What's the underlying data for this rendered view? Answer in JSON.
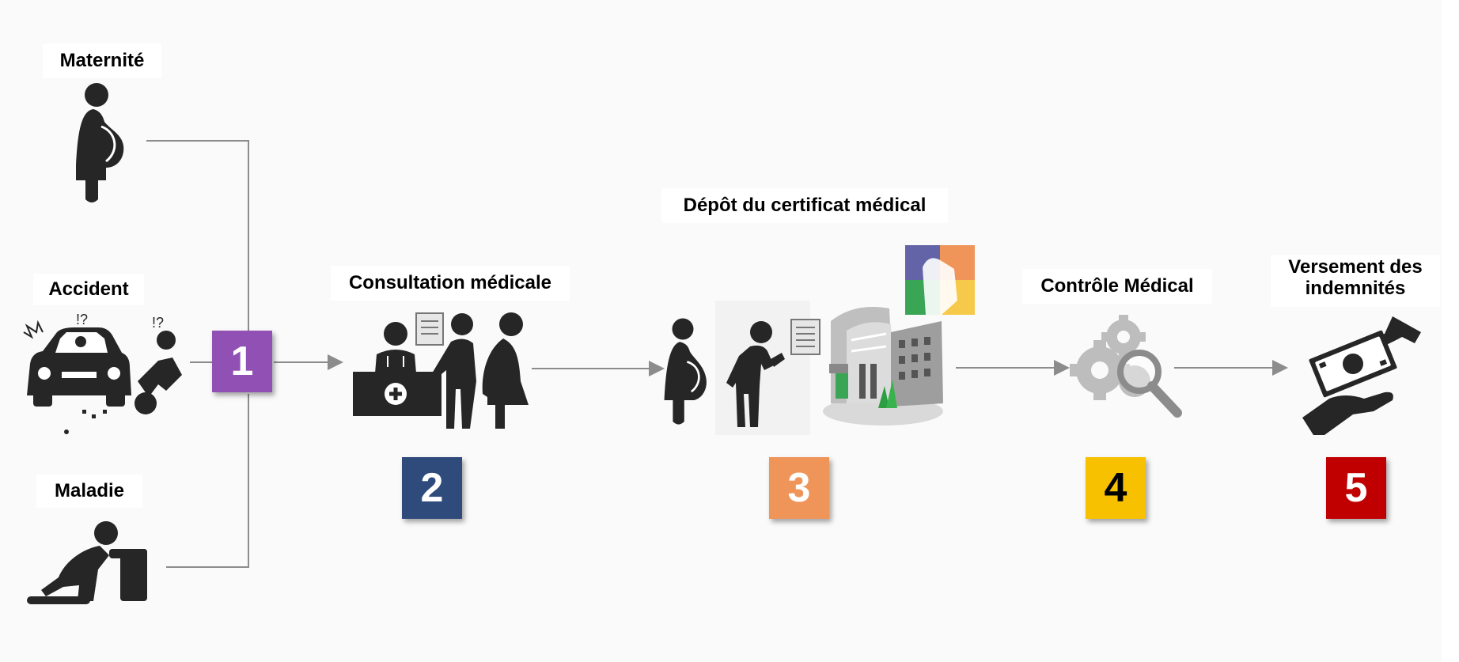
{
  "labels": {
    "maternite": "Maternité",
    "accident": "Accident",
    "maladie": "Maladie",
    "consultation": "Consultation médicale",
    "depot": "Dépôt du certificat médical",
    "controle": "Contrôle Médical",
    "versement_line1": "Versement des",
    "versement_line2": "indemnités"
  },
  "accident_marks": {
    "left": "!?",
    "right": "!?"
  },
  "steps": [
    {
      "number": "1",
      "color": "#9150b4"
    },
    {
      "number": "2",
      "color": "#2f4b7c"
    },
    {
      "number": "3",
      "color": "#f0955a"
    },
    {
      "number": "4",
      "color": "#f7c100"
    },
    {
      "number": "5",
      "color": "#c00000"
    }
  ],
  "colors": {
    "icon": "#262626",
    "connector": "#8c8c8c"
  }
}
